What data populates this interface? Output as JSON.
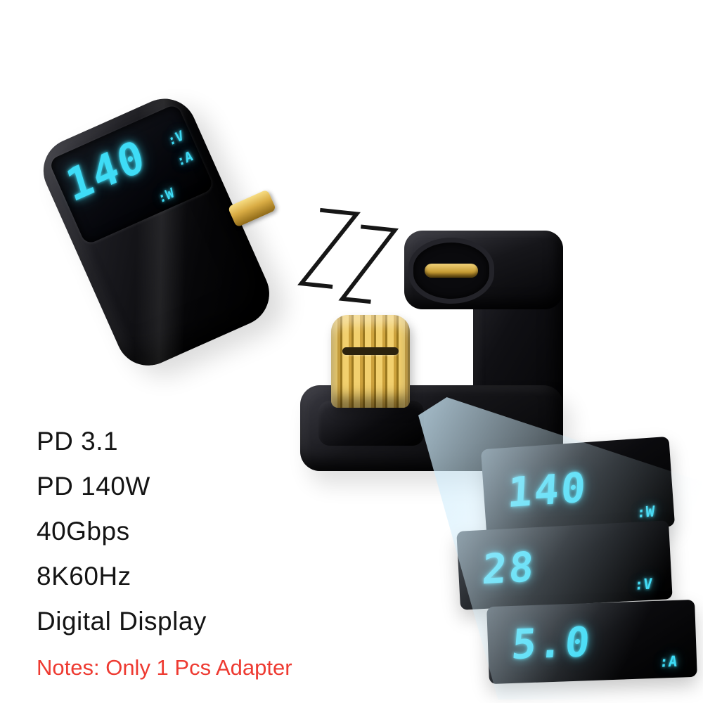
{
  "display": {
    "value": "140",
    "unit_v": ":V",
    "unit_a": ":A",
    "unit_w": ":W"
  },
  "projection_cards": [
    {
      "value": "140",
      "unit": ":W"
    },
    {
      "value": "28",
      "unit": ":V"
    },
    {
      "value": "5.0",
      "unit": ":A"
    }
  ],
  "features": [
    "PD 3.1",
    "PD 140W",
    "40Gbps",
    "8K60Hz",
    "Digital Display"
  ],
  "note": "Notes: Only 1 Pcs Adapter",
  "colors": {
    "digit_glow": "#3edcf6",
    "note_red": "#ee3a31",
    "gold": "#d9a93c",
    "body_black": "#0a0a0c"
  }
}
